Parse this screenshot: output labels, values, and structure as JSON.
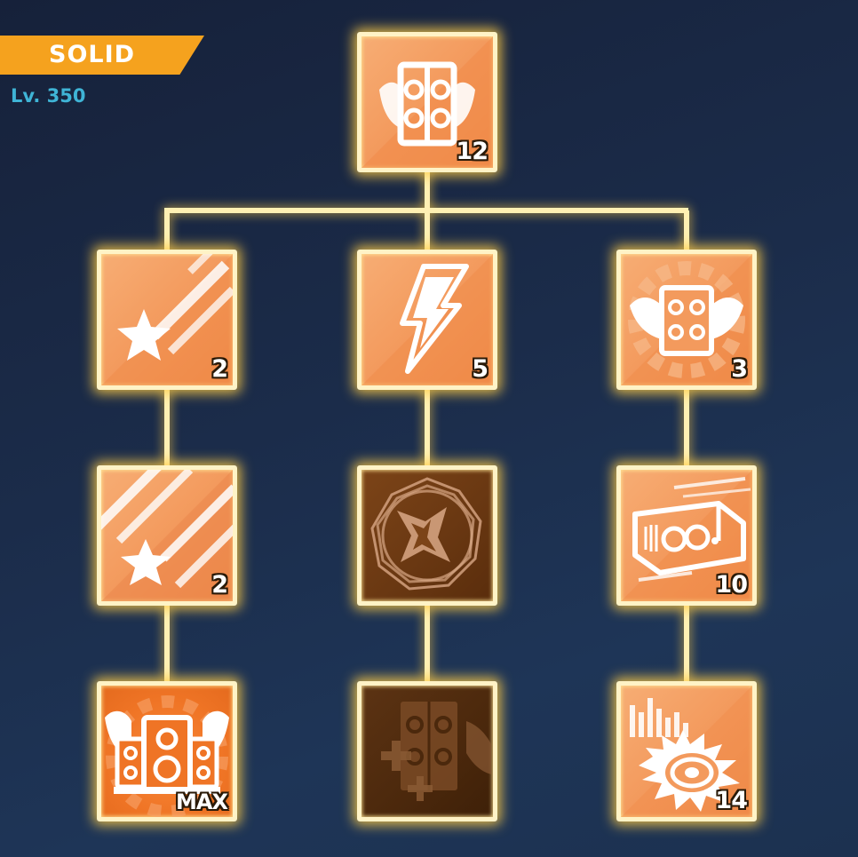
{
  "header": {
    "class_name": "SOLID",
    "level_text": "Lv. 350"
  },
  "colors": {
    "banner": "#f5a21e",
    "level_text": "#3fb4d6",
    "connector": "#fff0b3",
    "tile_active": "#f39a5d",
    "tile_locked": "#6a3812"
  },
  "skill_tree": {
    "root": {
      "icon": "winged-speaker-icon",
      "level": "12",
      "state": "active"
    },
    "left": [
      {
        "icon": "shooting-star-icon",
        "level": "2",
        "state": "active"
      },
      {
        "icon": "shooting-star-stripes-icon",
        "level": "2",
        "state": "active"
      },
      {
        "icon": "winged-triple-speaker-icon",
        "level": "MAX",
        "state": "active"
      }
    ],
    "middle": [
      {
        "icon": "lightning-bolt-icon",
        "level": "5",
        "state": "active"
      },
      {
        "icon": "sparkle-badge-icon",
        "level": "",
        "state": "locked"
      },
      {
        "icon": "speaker-plus-icon",
        "level": "",
        "state": "locked"
      }
    ],
    "right": [
      {
        "icon": "winged-speaker-gear-icon",
        "level": "3",
        "state": "active"
      },
      {
        "icon": "amplifier-icon",
        "level": "10",
        "state": "active"
      },
      {
        "icon": "equalizer-disc-icon",
        "level": "14",
        "state": "active"
      }
    ]
  }
}
